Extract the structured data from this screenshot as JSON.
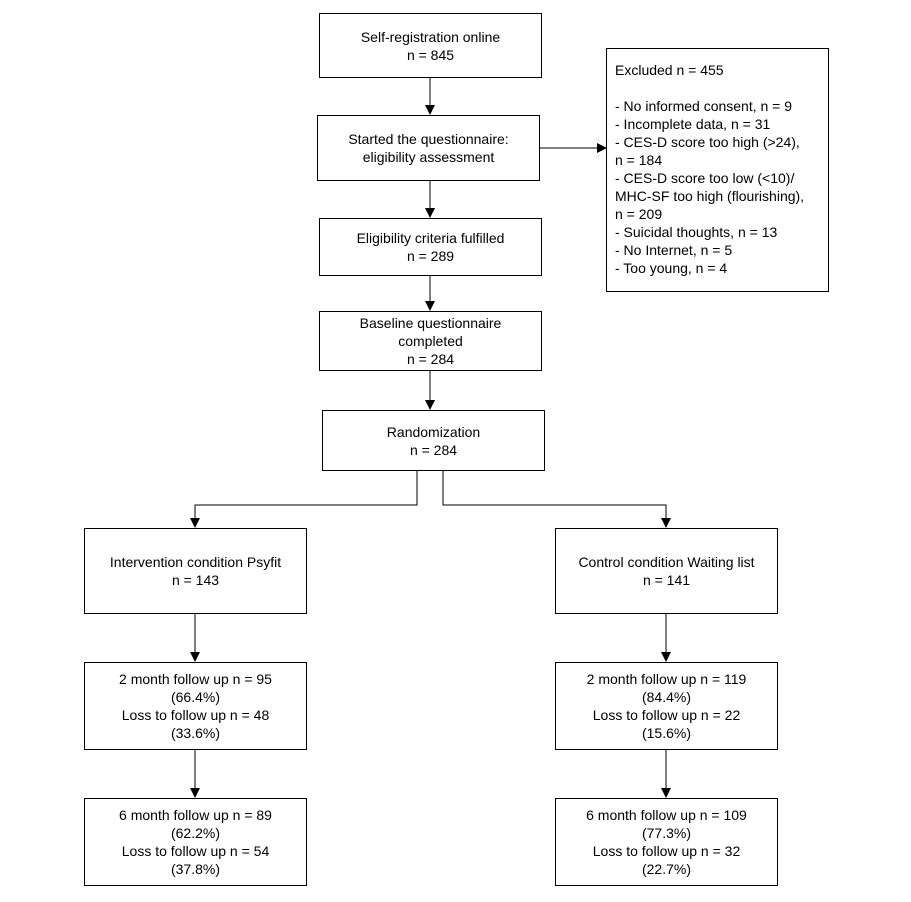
{
  "boxes": {
    "self_registration": [
      "Self-registration online",
      "n = 845"
    ],
    "started_questionnaire": [
      "Started the questionnaire:",
      "eligibility assessment"
    ],
    "eligibility_fulfilled": [
      "Eligibility criteria fulfilled",
      "n = 289"
    ],
    "baseline_completed": [
      "Baseline questionnaire",
      "completed",
      "n = 284"
    ],
    "randomization": [
      "Randomization",
      "n = 284"
    ],
    "intervention": [
      "Intervention condition Psyfit",
      "n = 143"
    ],
    "control": [
      "Control condition Waiting list",
      "n = 141"
    ],
    "intervention_2m": [
      "2 month follow up n = 95",
      "(66.4%)",
      "Loss to follow up n = 48",
      "(33.6%)"
    ],
    "control_2m": [
      "2 month follow up n = 119",
      "(84.4%)",
      "Loss to follow up n = 22",
      "(15.6%)"
    ],
    "intervention_6m": [
      "6 month follow up n = 89",
      "(62.2%)",
      "Loss to follow up n = 54",
      "(37.8%)"
    ],
    "control_6m": [
      "6 month follow up n = 109",
      "(77.3%)",
      "Loss to follow up n = 32",
      "(22.7%)"
    ]
  },
  "excluded": {
    "title": "Excluded n = 455",
    "lines": [
      "- No informed consent, n = 9",
      "- Incomplete data, n = 31",
      "- CES-D score too high (>24),",
      "n = 184",
      "- CES-D score too low (<10)/",
      "MHC-SF too high (flourishing),",
      "n = 209",
      "- Suicidal thoughts, n = 13",
      "- No Internet, n = 5",
      "- Too young, n = 4"
    ]
  }
}
